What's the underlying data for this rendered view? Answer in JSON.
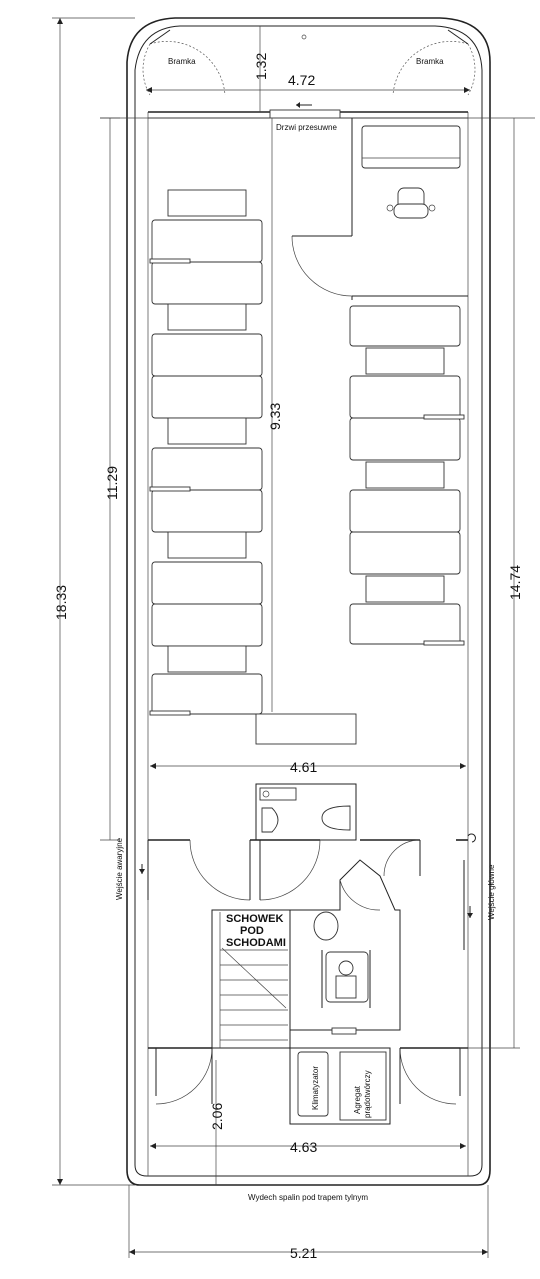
{
  "dimensions": {
    "front_depth": "1.32",
    "front_width": "4.72",
    "mid_length": "9.33",
    "left_length": "11.29",
    "total_length": "18.33",
    "right_length": "14.74",
    "mid_width": "4.61",
    "rear_depth": "2.06",
    "rear_width": "4.63",
    "total_width": "5.21"
  },
  "labels": {
    "gate_left": "Bramka",
    "gate_right": "Bramka",
    "sliding_door": "Drzwi przesuwne",
    "emergency_entry": "Wejście awaryjne",
    "main_entry": "Wejście główne",
    "storage_line1": "SCHOWEK",
    "storage_line2": "POD",
    "storage_line3": "SCHODAMI",
    "air_conditioner": "Klimatyzator",
    "generator_line1": "Agregat",
    "generator_line2": "prądotwórczy",
    "exhaust": "Wydech spalin pod trapem tylnym"
  },
  "colors": {
    "line": "#222222",
    "background": "#ffffff"
  }
}
